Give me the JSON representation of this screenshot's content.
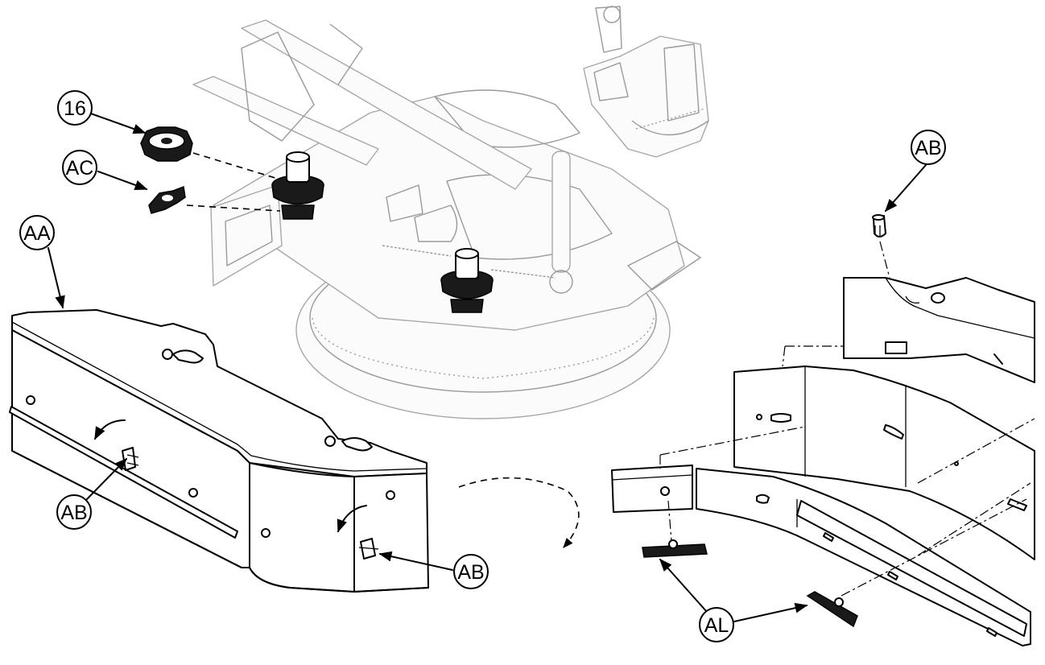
{
  "diagram": {
    "callouts": [
      {
        "id": "c16",
        "label": "16"
      },
      {
        "id": "cAC",
        "label": "AC"
      },
      {
        "id": "cAA",
        "label": "AA"
      },
      {
        "id": "cAB1",
        "label": "AB"
      },
      {
        "id": "cAB2",
        "label": "AB"
      },
      {
        "id": "cAB3",
        "label": "AB"
      },
      {
        "id": "cAL",
        "label": "AL"
      }
    ]
  }
}
